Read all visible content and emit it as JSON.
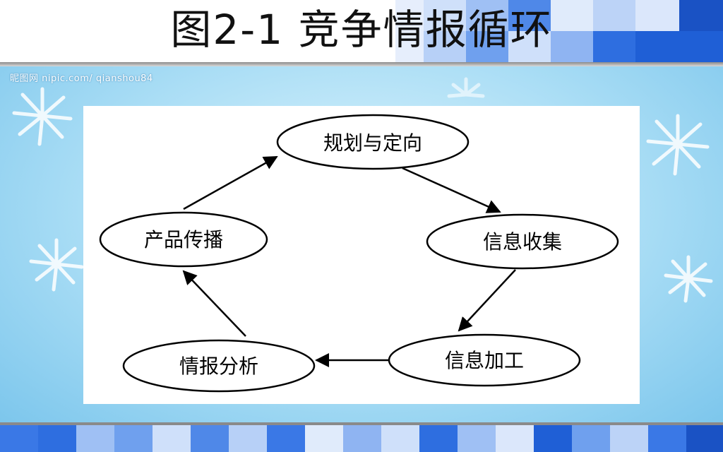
{
  "title": "图2-1  竞争情报循环",
  "watermark": "昵图网 nipic.com/ qianshou84",
  "cycle": {
    "nodes": [
      {
        "id": "planning",
        "label": "规划与定向"
      },
      {
        "id": "collection",
        "label": "信息收集"
      },
      {
        "id": "processing",
        "label": "信息加工"
      },
      {
        "id": "analysis",
        "label": "情报分析"
      },
      {
        "id": "dissemination",
        "label": "产品传播"
      }
    ],
    "flow": [
      "planning",
      "collection",
      "processing",
      "analysis",
      "dissemination",
      "planning"
    ]
  },
  "colors": {
    "title_tiles": [
      "#1f5fd6",
      "#3a78e6",
      "#6fa0ee",
      "#9fc0f4",
      "#cfe0fa"
    ],
    "background": "#a9ddf5"
  }
}
